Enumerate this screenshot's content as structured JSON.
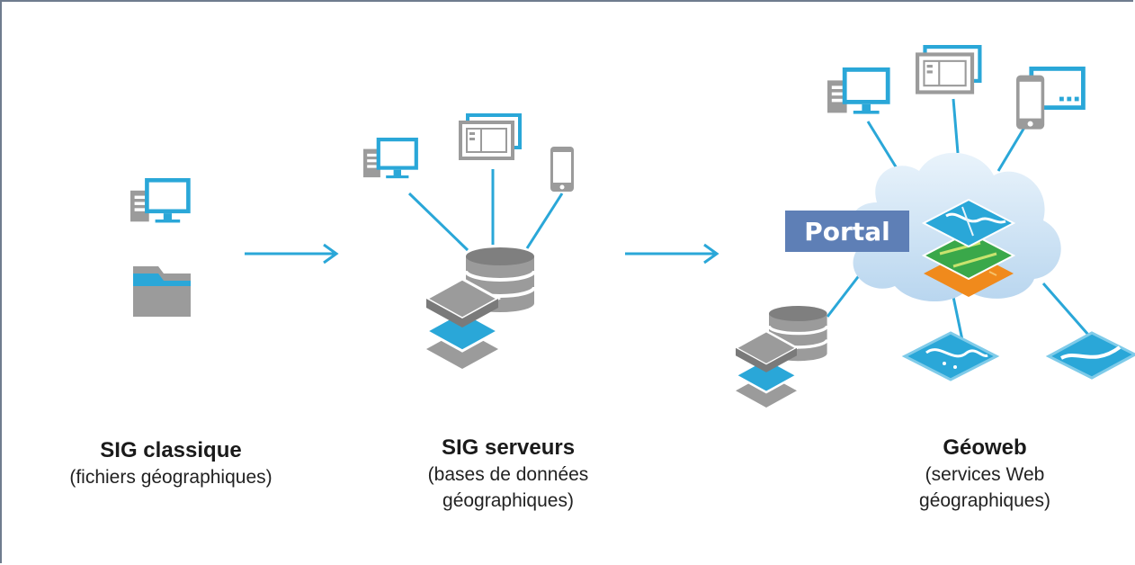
{
  "stages": [
    {
      "title": "SIG classique",
      "subtitle_lines": [
        "(fichiers géographiques)"
      ]
    },
    {
      "title": "SIG serveurs",
      "subtitle_lines": [
        "(bases de données",
        "géographiques)"
      ]
    },
    {
      "title": "Géoweb",
      "subtitle_lines": [
        "(services Web",
        "géographiques)"
      ]
    }
  ],
  "portal_label": "Portal",
  "colors": {
    "blue": "#2aa7d8",
    "gray": "#9b9b9b",
    "dark_gray": "#7a7a7a",
    "portal_bg": "#5e7fb6",
    "cloud": "#cfe3f3",
    "green": "#3aa84a",
    "orange": "#f08a1c"
  },
  "icons": [
    "desktop-computer-icon",
    "folder-icon",
    "laptop-icon",
    "phone-icon",
    "tablet-icon",
    "database-icon",
    "layers-icon",
    "cloud-icon",
    "map-layers-icon",
    "map-tile-icon"
  ]
}
